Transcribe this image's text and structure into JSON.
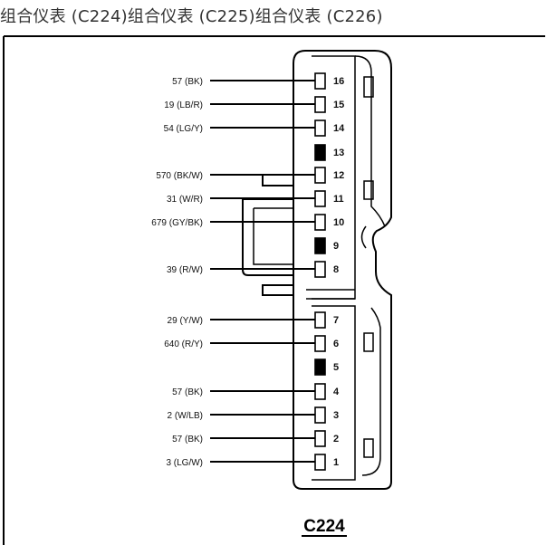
{
  "header": {
    "title": "组合仪表 (C224)组合仪表 (C225)组合仪表 (C226)"
  },
  "connector": {
    "name": "C224",
    "pins": [
      {
        "pin": "16",
        "wire": "57 (BK)",
        "filled": false
      },
      {
        "pin": "15",
        "wire": "19 (LB/R)",
        "filled": false
      },
      {
        "pin": "14",
        "wire": "54 (LG/Y)",
        "filled": false
      },
      {
        "pin": "13",
        "wire": "",
        "filled": true
      },
      {
        "pin": "12",
        "wire": "570 (BK/W)",
        "filled": false
      },
      {
        "pin": "11",
        "wire": "31 (W/R)",
        "filled": false
      },
      {
        "pin": "10",
        "wire": "679 (GY/BK)",
        "filled": false
      },
      {
        "pin": "9",
        "wire": "",
        "filled": true
      },
      {
        "pin": "8",
        "wire": "39 (R/W)",
        "filled": false
      },
      {
        "pin": "7",
        "wire": "29 (Y/W)",
        "filled": false
      },
      {
        "pin": "6",
        "wire": "640 (R/Y)",
        "filled": false
      },
      {
        "pin": "5",
        "wire": "",
        "filled": true
      },
      {
        "pin": "4",
        "wire": "57 (BK)",
        "filled": false
      },
      {
        "pin": "3",
        "wire": "2 (W/LB)",
        "filled": false
      },
      {
        "pin": "2",
        "wire": "57 (BK)",
        "filled": false
      },
      {
        "pin": "1",
        "wire": "3 (LG/W)",
        "filled": false
      }
    ]
  }
}
